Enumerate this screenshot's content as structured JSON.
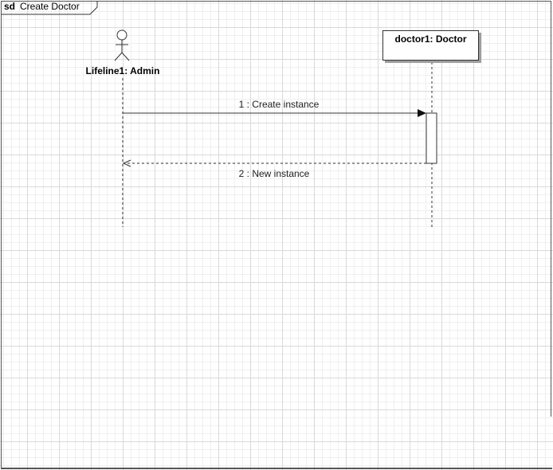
{
  "frame": {
    "keyword": "sd",
    "name": "Create Doctor"
  },
  "lifelines": {
    "admin": {
      "label": "Lifeline1: Admin",
      "kind": "actor"
    },
    "doctor": {
      "label": "doctor1: Doctor",
      "kind": "object"
    }
  },
  "messages": [
    {
      "label": "1 : Create instance",
      "kind": "synchronous-call"
    },
    {
      "label": "2 : New instance",
      "kind": "reply"
    }
  ],
  "colors": {
    "line": "#333333",
    "grid_major": "#d9d9d9",
    "grid_minor": "#efefef",
    "shadow": "#9e9e9e"
  }
}
